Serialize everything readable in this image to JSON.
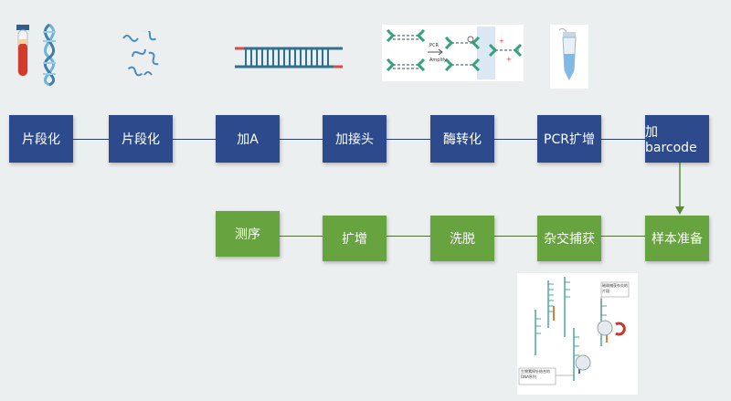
{
  "steps_row1": [
    {
      "label": "片段化"
    },
    {
      "label": "片段化"
    },
    {
      "label": "加A"
    },
    {
      "label": "加接头"
    },
    {
      "label": "酶转化"
    },
    {
      "label": "PCR扩增"
    },
    {
      "label": "加barcode"
    }
  ],
  "steps_row2": [
    {
      "label": "测序"
    },
    {
      "label": "扩增"
    },
    {
      "label": "洗脱"
    },
    {
      "label": "杂交捕获"
    },
    {
      "label": "样本准备"
    }
  ],
  "illustration": {
    "pcr_label_1": "PCR",
    "pcr_label_2": "Amplify",
    "capture_note_top": "磁珠捕获杂交的片段",
    "capture_note_bottom": "生物素探针结合的DNA序列"
  },
  "colors": {
    "blue_box": "#2c4a8c",
    "green_box": "#67a33f",
    "background": "#eceff0"
  }
}
